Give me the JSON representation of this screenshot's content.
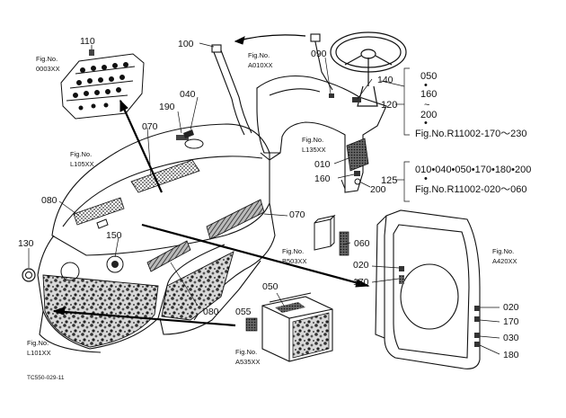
{
  "drawing_code": "TC550-029-11",
  "part_numbers": {
    "p100": "100",
    "p110": "110",
    "p090": "090",
    "p140": "140",
    "p040": "040",
    "p190": "190",
    "p070a": "070",
    "p070b": "070",
    "p010a": "010",
    "p160a": "160",
    "p200": "200",
    "p080a": "080",
    "p080b": "080",
    "p150": "150",
    "p130": "130",
    "p060": "060",
    "p020a": "020",
    "p170a": "170",
    "p050": "050",
    "p055": "055",
    "p020b": "020",
    "p170b": "170",
    "p030": "030",
    "p180": "180"
  },
  "fig_refs": {
    "a010": {
      "label": "Fig.No.",
      "code": "A010XX"
    },
    "e0003": {
      "label": "Fig.No.",
      "code": "0003XX"
    },
    "l105": {
      "label": "Fig.No.",
      "code": "L105XX"
    },
    "l135": {
      "label": "Fig.No.",
      "code": "L135XX"
    },
    "b503": {
      "label": "Fig.No.",
      "code": "B503XX"
    },
    "a420": {
      "label": "Fig.No.",
      "code": "A420XX"
    },
    "l101": {
      "label": "Fig.No.",
      "code": "L101XX"
    },
    "a535": {
      "label": "Fig.No.",
      "code": "A535XX"
    }
  },
  "group_120": {
    "number": "120",
    "v1": "050",
    "dot1": "•",
    "v2": "160",
    "tilde": "~",
    "v3": "200",
    "dot2": "•",
    "ref": "Fig.No.R11002-170～230"
  },
  "group_125": {
    "number": "125",
    "v1": "010•040•050•170•180•200",
    "dot1": "•",
    "ref": "Fig.No.R11002-020～060"
  }
}
